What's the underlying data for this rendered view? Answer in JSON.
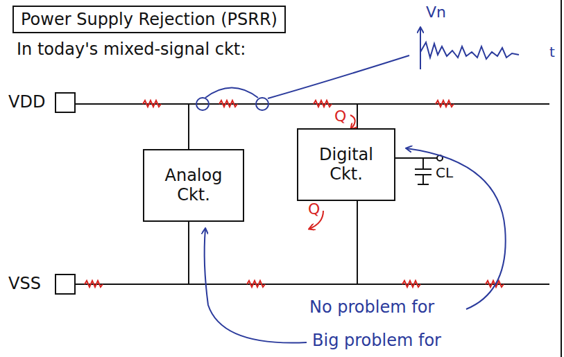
{
  "diagram": {
    "title": "Power Supply Rejection (PSRR)",
    "nodes": [
      {
        "text": [
          "Analog Ckt."
        ]
      },
      {
        "text": [
          "Digital Ckt."
        ]
      }
    ],
    "labels": [
      "In today's mixed-signal ckt:",
      "Vn",
      "t",
      "VDD",
      "VSS",
      "Q",
      "Q",
      "CL",
      "No problem for",
      "Big problem for"
    ]
  }
}
